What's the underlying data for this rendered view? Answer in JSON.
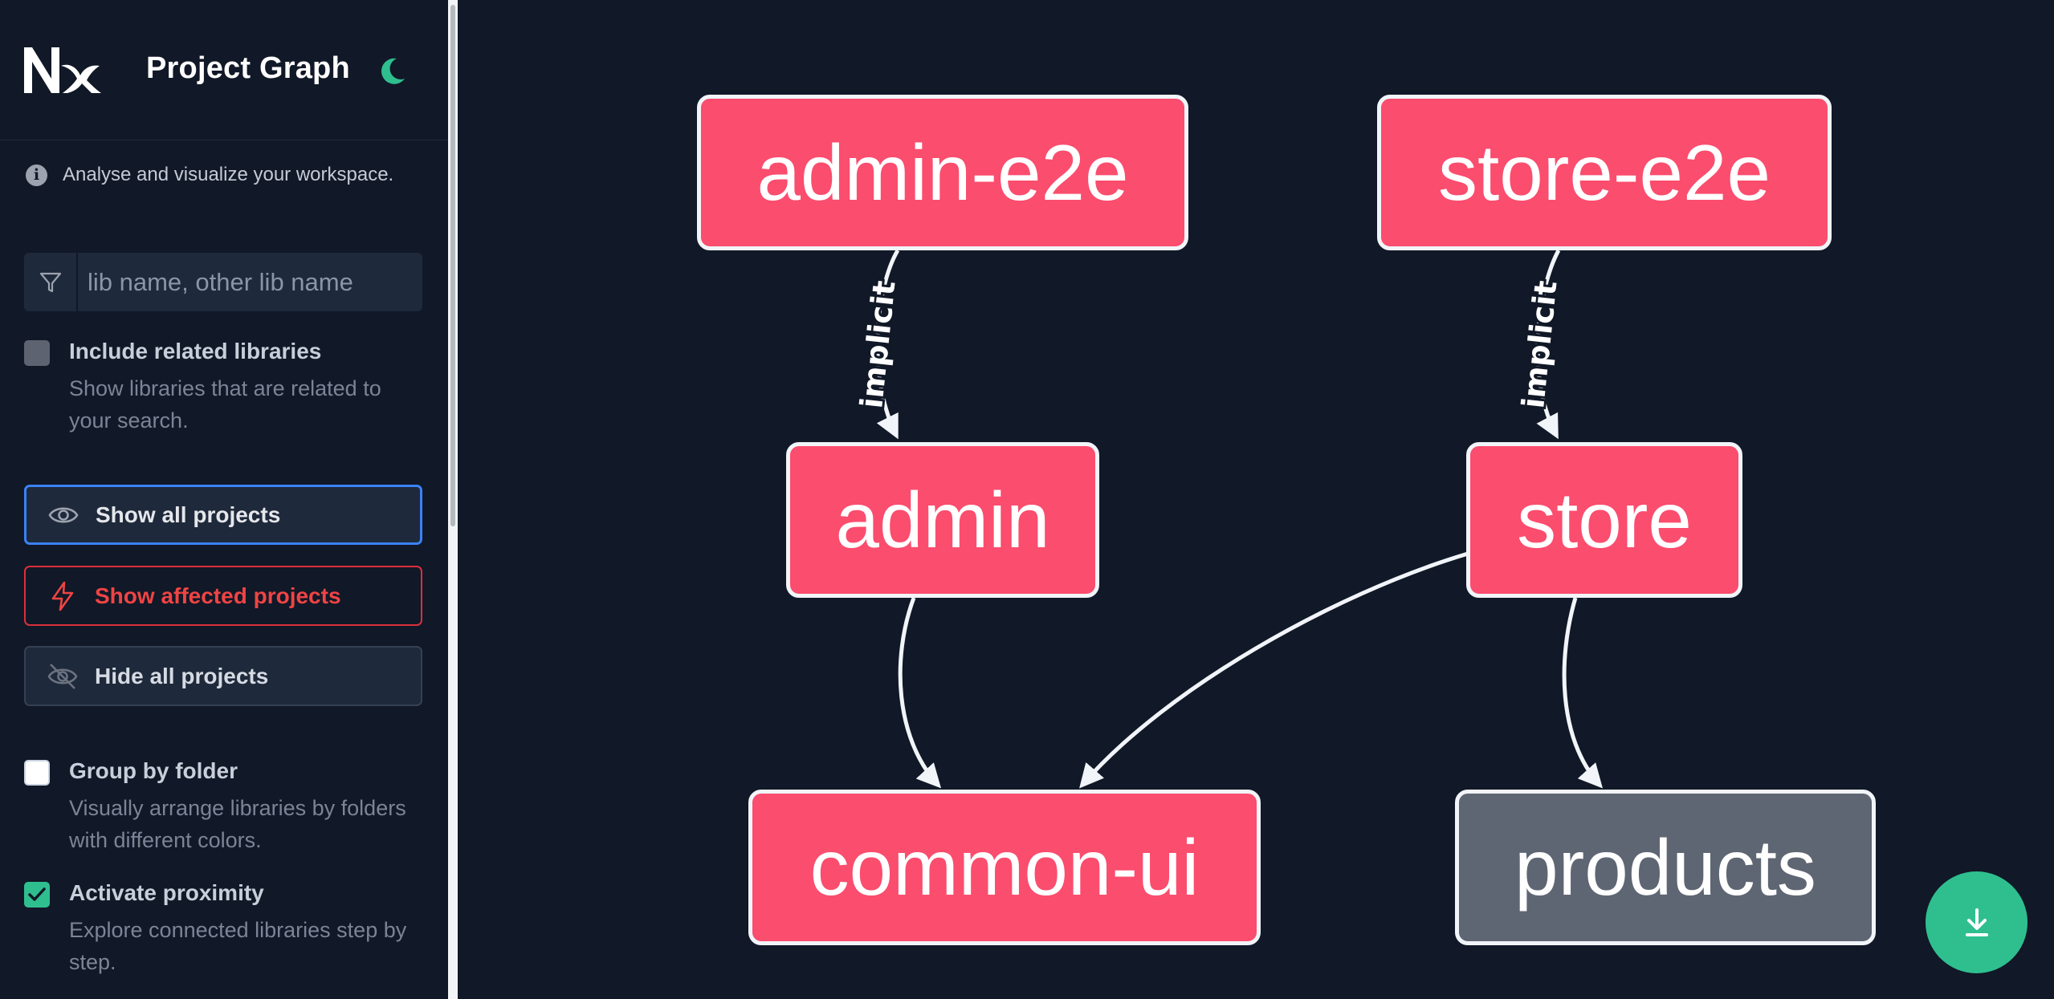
{
  "header": {
    "title": "Project Graph"
  },
  "info": {
    "text": "Analyse and visualize your workspace."
  },
  "search": {
    "placeholder": "lib name, other lib name",
    "value": ""
  },
  "options": {
    "include_related": {
      "label": "Include related libraries",
      "description": "Show libraries that are related to your search.",
      "checked": false
    },
    "group_by_folder": {
      "label": "Group by folder",
      "description": "Visually arrange libraries by folders with different colors.",
      "checked": false
    },
    "activate_proximity": {
      "label": "Activate proximity",
      "description": "Explore connected libraries step by step.",
      "checked": true
    }
  },
  "buttons": {
    "show_all": "Show all projects",
    "show_affected": "Show affected projects",
    "hide_all": "Hide all projects"
  },
  "graph": {
    "nodes": {
      "admin_e2e": "admin-e2e",
      "store_e2e": "store-e2e",
      "admin": "admin",
      "store": "store",
      "common_ui": "common-ui",
      "products": "products"
    },
    "edge_labels": {
      "admin_e2e_to_admin": "implicit",
      "store_e2e_to_store": "implicit"
    },
    "edges": [
      {
        "from": "admin-e2e",
        "to": "admin",
        "label": "implicit"
      },
      {
        "from": "store-e2e",
        "to": "store",
        "label": "implicit"
      },
      {
        "from": "admin",
        "to": "common-ui"
      },
      {
        "from": "store",
        "to": "common-ui"
      },
      {
        "from": "store",
        "to": "products"
      }
    ],
    "affected_color": "#fb4d6e",
    "unaffected_color": "#5f6673"
  },
  "colors": {
    "accent_green": "#2fbf8f",
    "affected_red": "#ef4444",
    "focus_blue": "#3b82f6",
    "background": "#111827"
  },
  "icons": {
    "logo": "nx-logo",
    "theme": "moon-icon",
    "info": "info-icon",
    "filter": "filter-icon",
    "show": "eye-icon",
    "affected": "lightning-icon",
    "hide": "eye-off-icon",
    "download": "download-icon"
  }
}
